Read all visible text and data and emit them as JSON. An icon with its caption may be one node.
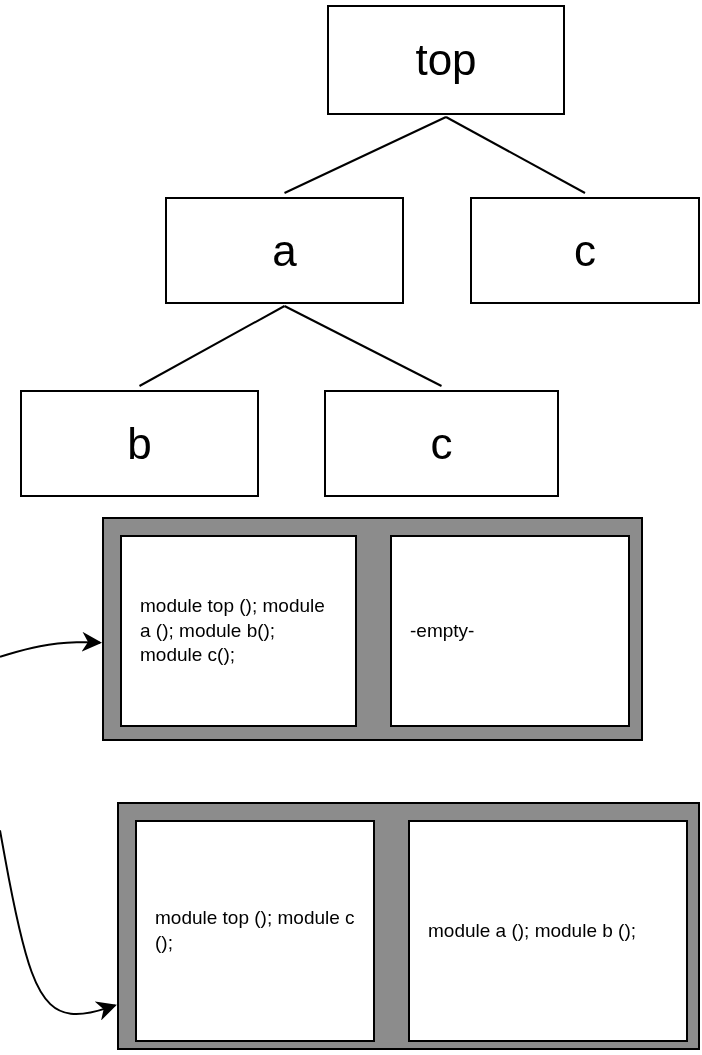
{
  "diagram": {
    "nodes": [
      {
        "text": [
          "top"
        ]
      },
      {
        "text": [
          "a"
        ]
      },
      {
        "text": [
          "c"
        ]
      },
      {
        "text": [
          "b"
        ]
      },
      {
        "text": [
          "c"
        ]
      },
      {
        "text": [],
        "shape": "box"
      },
      {
        "text": [
          "module top (); module a (); module b(); module c();"
        ],
        "in": 5
      },
      {
        "text": [
          "-empty-"
        ],
        "in": 5
      },
      {
        "text": [],
        "shape": "box"
      },
      {
        "text": [
          "module top (); module c ();"
        ],
        "in": 8
      },
      {
        "text": [
          "module a (); module b ();"
        ],
        "in": 8
      }
    ],
    "edges": [
      {
        "from": 0,
        "to": 1,
        "arrow": "none"
      },
      {
        "from": 0,
        "to": 2,
        "arrow": "none"
      },
      {
        "from": 1,
        "to": 3,
        "arrow": "none"
      },
      {
        "from": 1,
        "to": 4,
        "arrow": "none"
      },
      {
        "from": null,
        "to": 5,
        "arrow": "to"
      },
      {
        "from": null,
        "to": 8,
        "arrow": "to"
      }
    ]
  }
}
